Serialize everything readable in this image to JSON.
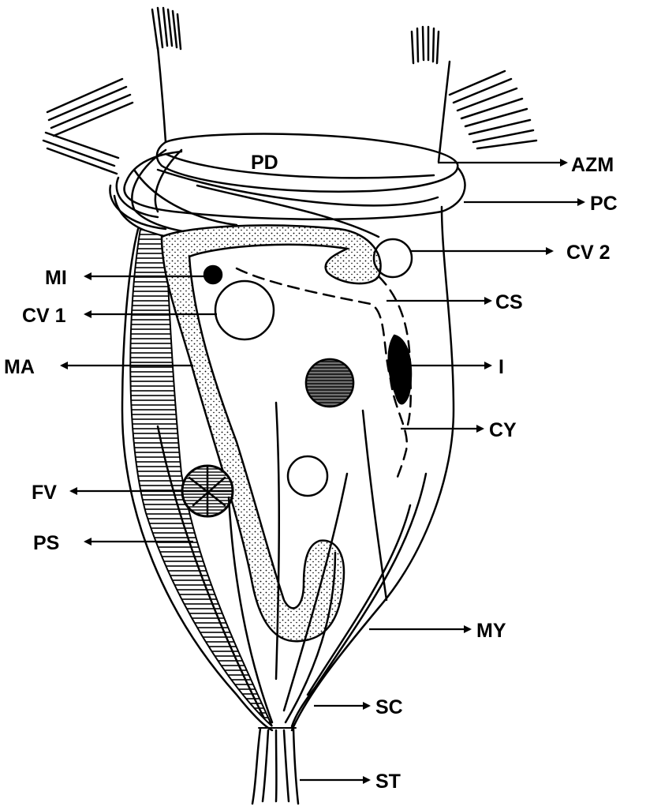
{
  "diagram": {
    "colors": {
      "ink": "#000000",
      "paper": "#ffffff"
    },
    "structures": [
      {
        "id": "pd",
        "label": "PD"
      },
      {
        "id": "azm",
        "label": "AZM"
      },
      {
        "id": "pc",
        "label": "PC"
      },
      {
        "id": "cv2",
        "label": "CV 2"
      },
      {
        "id": "mi",
        "label": "MI"
      },
      {
        "id": "cs",
        "label": "CS"
      },
      {
        "id": "cv1",
        "label": "CV 1"
      },
      {
        "id": "ma",
        "label": "MA"
      },
      {
        "id": "i",
        "label": "I"
      },
      {
        "id": "cy",
        "label": "CY"
      },
      {
        "id": "fv",
        "label": "FV"
      },
      {
        "id": "ps",
        "label": "PS"
      },
      {
        "id": "my",
        "label": "MY"
      },
      {
        "id": "sc",
        "label": "SC"
      },
      {
        "id": "st",
        "label": "ST"
      }
    ]
  }
}
